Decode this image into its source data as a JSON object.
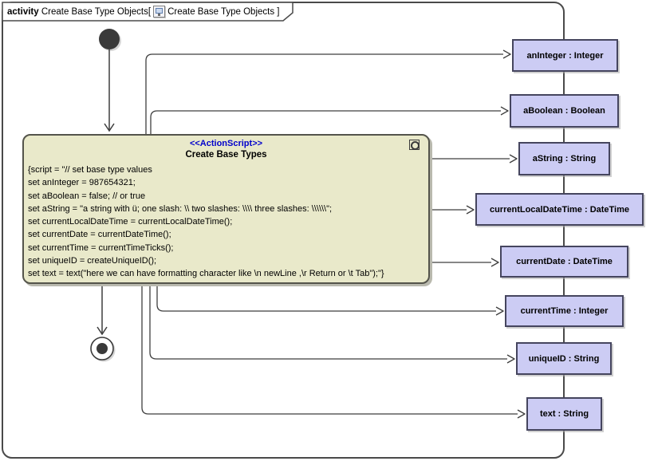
{
  "frame": {
    "kind_label": "activity",
    "name_segment": "Create Base Type Objects[",
    "ref_segment": "Create Base Type Objects ]"
  },
  "action": {
    "stereotype": "<<ActionScript>>",
    "name": "Create Base Types",
    "script_lines": [
      "{script = \"// set base type values",
      "set anInteger = 987654321;",
      "set aBoolean = false; // or true",
      "set aString = \"a string with ü; one slash: \\\\ two slashes: \\\\\\\\ three slashes: \\\\\\\\\\\\\";",
      "set currentLocalDateTime = currentLocalDateTime();",
      "set currentDate = currentDateTime();",
      "set currentTime = currentTimeTicks();",
      "set uniqueID = createUniqueID();",
      "set text = text(\"here we can have formatting character like \\n newLine ,\\r Return or \\t Tab\");\"}"
    ]
  },
  "objects": [
    {
      "label": "anInteger : Integer"
    },
    {
      "label": "aBoolean : Boolean"
    },
    {
      "label": "aString : String"
    },
    {
      "label": "currentLocalDateTime : DateTime"
    },
    {
      "label": "currentDate : DateTime"
    },
    {
      "label": "currentTime : Integer"
    },
    {
      "label": "uniqueID : String"
    },
    {
      "label": "text : String"
    }
  ],
  "icons": {
    "title_icon": "activity-diagram-icon",
    "action_icon": "gear-icon"
  },
  "colors": {
    "action_fill": "#e9e9ca",
    "object_fill": "#ccccf4",
    "stereotype_text": "#0000cc",
    "edge": "#3e3e3e",
    "frame_border": "#4a4a4a"
  }
}
